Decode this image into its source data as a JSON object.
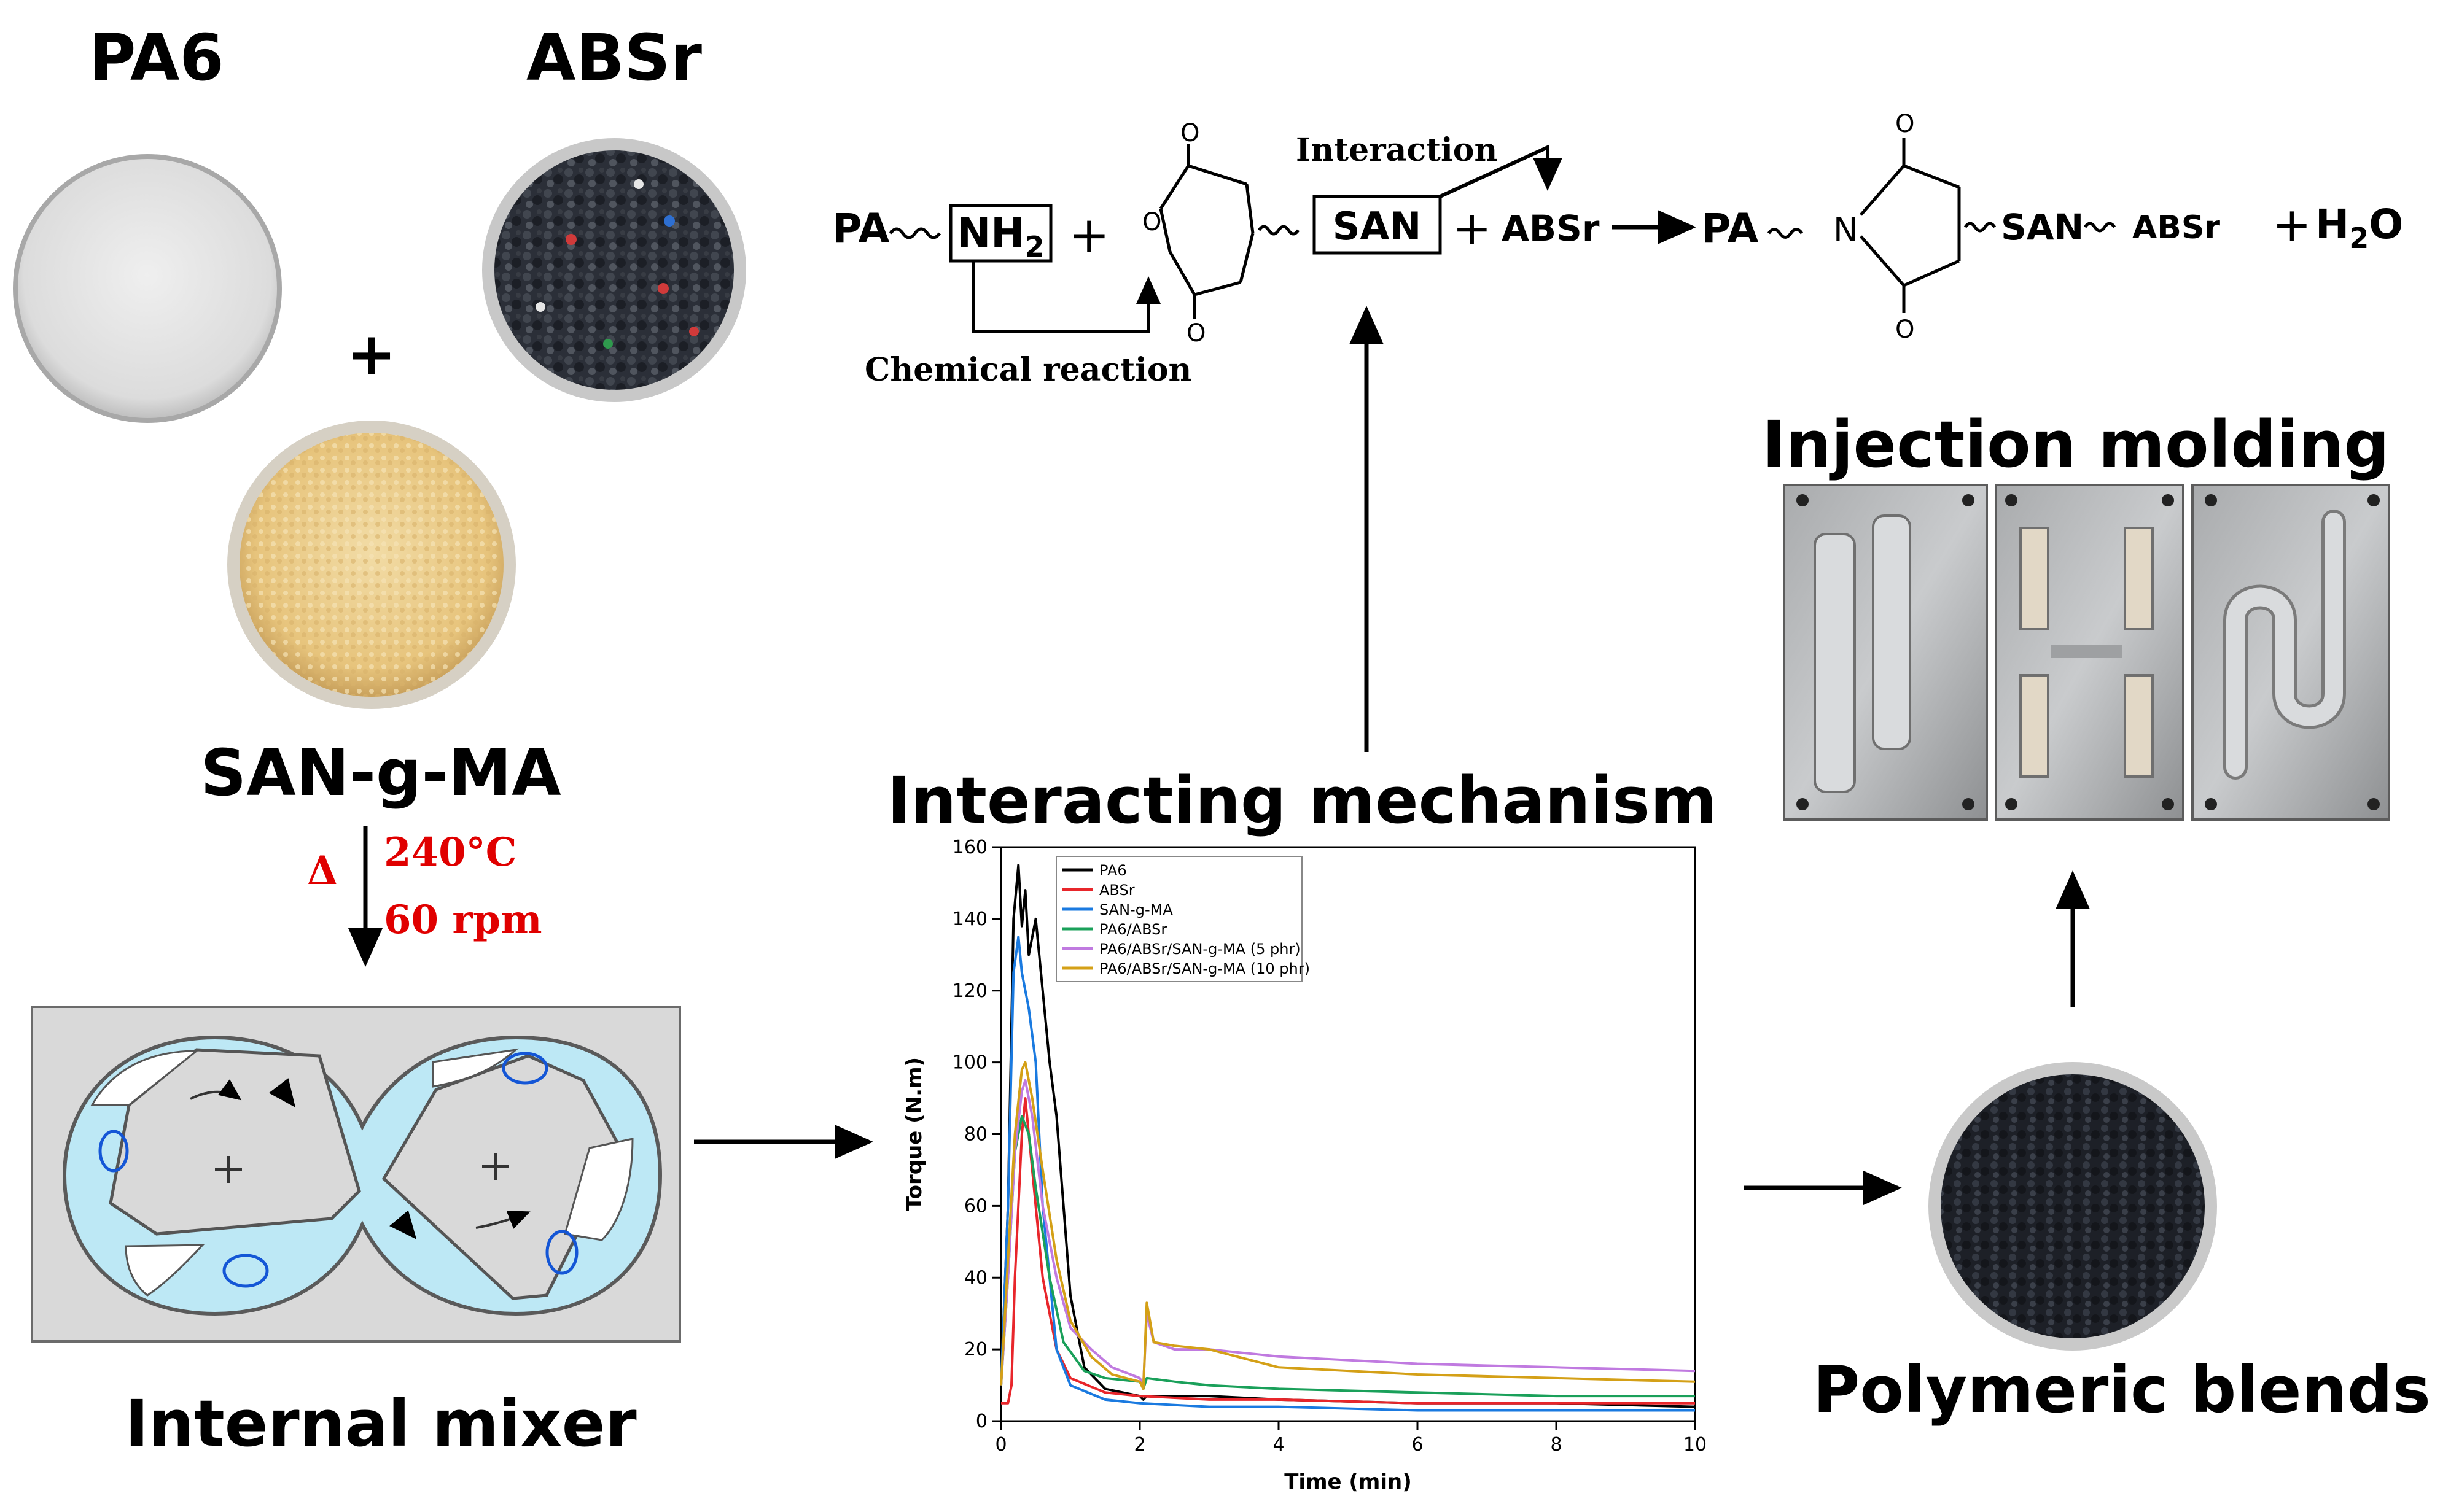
{
  "materials": {
    "pa6": "PA6",
    "absr": "ABSr",
    "plus": "+",
    "san_g_ma": "SAN-g-MA"
  },
  "conditions": {
    "delta": "Δ",
    "temperature": "240°C",
    "speed": "60 rpm",
    "color": "#e00000"
  },
  "mixer": {
    "label": "Internal mixer",
    "fluid_color": "#bde8f5",
    "box_color": "#d9d9d9"
  },
  "reaction": {
    "pa": "PA",
    "nh2": "NH",
    "nh2_sub": "2",
    "plus": "+",
    "o": "O",
    "san": "SAN",
    "absr": "ABSr",
    "n": "N",
    "h2o_h": "H",
    "h2o_sub": "2",
    "h2o_o": "O",
    "interaction": "Interaction",
    "chemical_reaction": "Chemical reaction"
  },
  "labels": {
    "interacting_mechanism": "Interacting mechanism",
    "injection_molding": "Injection molding",
    "polymeric_blends": "Polymeric blends"
  },
  "chart_data": {
    "type": "line",
    "xlabel": "Time (min)",
    "ylabel": "Torque (N.m)",
    "xlim": [
      0,
      10
    ],
    "ylim": [
      0,
      160
    ],
    "xticks": [
      0,
      2,
      4,
      6,
      8,
      10
    ],
    "yticks": [
      0,
      20,
      40,
      60,
      80,
      100,
      120,
      140,
      160
    ],
    "legend_position": "top-left",
    "series": [
      {
        "name": "PA6",
        "color": "#000000",
        "x": [
          0,
          0.1,
          0.18,
          0.25,
          0.3,
          0.35,
          0.4,
          0.5,
          0.6,
          0.7,
          0.8,
          0.9,
          1.0,
          1.2,
          1.5,
          2.0,
          2.05,
          2.1,
          3,
          4,
          6,
          8,
          10
        ],
        "y": [
          10,
          60,
          140,
          155,
          138,
          148,
          130,
          140,
          120,
          100,
          85,
          60,
          35,
          15,
          9,
          7,
          6,
          7,
          7,
          6,
          5,
          5,
          4
        ]
      },
      {
        "name": "ABSr",
        "color": "#e8262b",
        "x": [
          0,
          0.1,
          0.15,
          0.2,
          0.3,
          0.35,
          0.45,
          0.6,
          0.8,
          1.0,
          1.5,
          2,
          3,
          4,
          6,
          8,
          10
        ],
        "y": [
          5,
          5,
          10,
          40,
          80,
          90,
          70,
          40,
          20,
          12,
          8,
          7,
          6,
          6,
          5,
          5,
          5
        ]
      },
      {
        "name": "SAN-g-MA",
        "color": "#1a7ae0",
        "x": [
          0,
          0.1,
          0.18,
          0.25,
          0.3,
          0.4,
          0.5,
          0.6,
          0.8,
          1.0,
          1.5,
          2,
          3,
          4,
          6,
          8,
          10
        ],
        "y": [
          10,
          60,
          125,
          135,
          125,
          115,
          100,
          60,
          20,
          10,
          6,
          5,
          4,
          4,
          3,
          3,
          3
        ]
      },
      {
        "name": "PA6/ABSr",
        "color": "#1aa05a",
        "x": [
          0,
          0.1,
          0.2,
          0.3,
          0.4,
          0.5,
          0.7,
          0.9,
          1.2,
          1.5,
          2,
          2.05,
          2.1,
          2.5,
          3,
          4,
          6,
          8,
          10
        ],
        "y": [
          10,
          40,
          75,
          85,
          80,
          65,
          40,
          22,
          14,
          12,
          11,
          9,
          12,
          11,
          10,
          9,
          8,
          7,
          7
        ]
      },
      {
        "name": "PA6/ABSr/SAN-g-MA (5 phr)",
        "color": "#c07ae0",
        "x": [
          0,
          0.1,
          0.2,
          0.3,
          0.35,
          0.45,
          0.6,
          0.8,
          1.0,
          1.3,
          1.6,
          2,
          2.05,
          2.1,
          2.2,
          2.5,
          3,
          4,
          6,
          8,
          10
        ],
        "y": [
          10,
          40,
          75,
          92,
          95,
          85,
          60,
          40,
          26,
          20,
          15,
          12,
          10,
          30,
          22,
          20,
          20,
          18,
          16,
          15,
          14
        ]
      },
      {
        "name": "PA6/ABSr/SAN-g-MA (10 phr)",
        "color": "#d4a017",
        "x": [
          0,
          0.1,
          0.2,
          0.3,
          0.35,
          0.45,
          0.6,
          0.8,
          1.0,
          1.3,
          1.6,
          2,
          2.05,
          2.1,
          2.2,
          2.5,
          3,
          4,
          6,
          8,
          10
        ],
        "y": [
          10,
          45,
          80,
          98,
          100,
          90,
          70,
          45,
          28,
          18,
          13,
          11,
          9,
          33,
          22,
          21,
          20,
          15,
          13,
          12,
          11
        ]
      }
    ]
  }
}
